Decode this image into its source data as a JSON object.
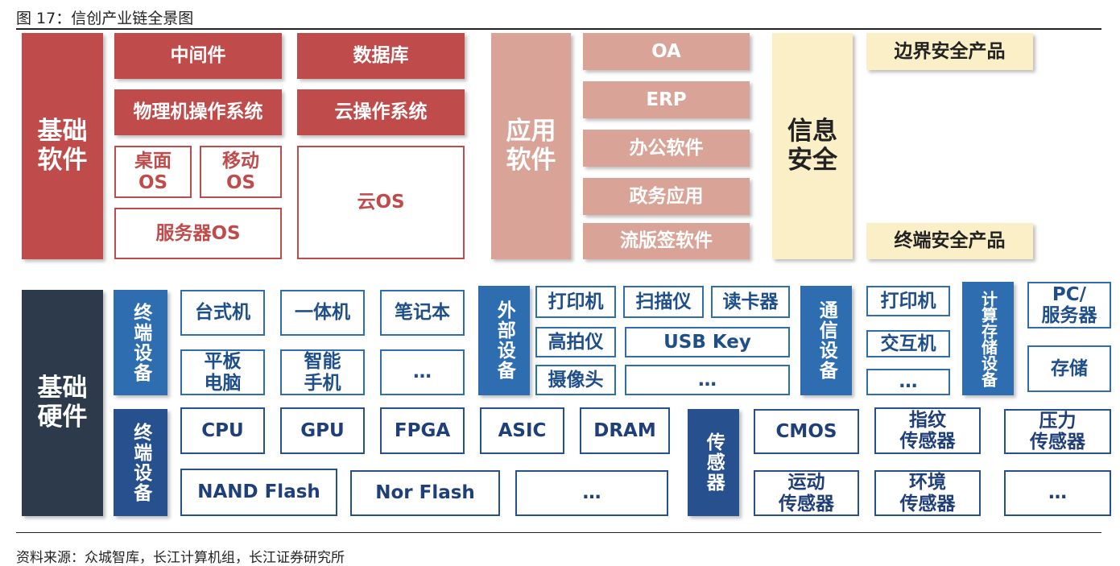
{
  "header": {
    "title": "图 17：信创产业链全景图"
  },
  "footer": {
    "source": "资料来源：众城智库，长江计算机组，长江证券研究所"
  },
  "software": {
    "base_label": "基础\n软件",
    "middleware": "中间件",
    "database": "数据库",
    "physical_os": "物理机操作系统",
    "cloud_os_ops": "云操作系统",
    "desktop_os": "桌面\nOS",
    "mobile_os": "移动\nOS",
    "cloud_os": "云OS",
    "server_os": "服务器OS",
    "app_label": "应用\n软件",
    "apps": [
      "OA",
      "ERP",
      "办公软件",
      "政务应用",
      "流版签软件"
    ],
    "security_label": "信息\n安全",
    "border_security": "边界安全产品",
    "terminal_security": "终端安全产品"
  },
  "hardware": {
    "base_label": "基础\n硬件",
    "terminal_label": "终端设备",
    "terminal_items": [
      "台式机",
      "一体机",
      "笔记本",
      "平板\n电脑",
      "智能\n手机",
      "…"
    ],
    "peripheral_label": "外部设备",
    "peripheral_items": [
      "打印机",
      "扫描仪",
      "读卡器",
      "高拍仪",
      "USB Key",
      "摄像头",
      "…"
    ],
    "comm_label": "通信设备",
    "comm_items": [
      "打印机",
      "交互机",
      "…"
    ],
    "compute_label": "计算存储设备",
    "compute_items": [
      "PC/\n服务器",
      "存储"
    ],
    "chip_label": "终端设备",
    "chip_items": [
      "CPU",
      "GPU",
      "FPGA",
      "ASIC",
      "DRAM",
      "NAND Flash",
      "Nor Flash",
      "…"
    ],
    "sensor_label": "传感器",
    "sensor_items": [
      "CMOS",
      "指纹\n传感器",
      "压力\n传感器",
      "运动\n传感器",
      "环境\n传感器",
      "…"
    ]
  },
  "colors": {
    "software_red": "#bf4b4b",
    "app_pink": "#d9a397",
    "security_cream": "#fbefc8",
    "hardware_navy": "#2c3a4c",
    "device_blue": "#2e6eb0",
    "chip_blue": "#27508f"
  }
}
